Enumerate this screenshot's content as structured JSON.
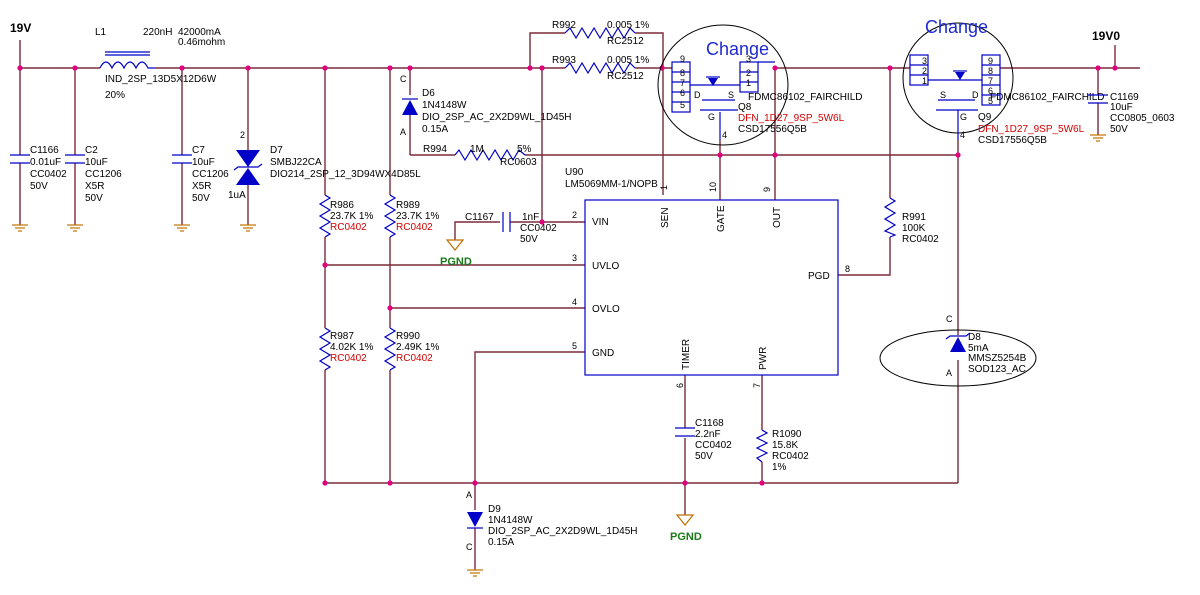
{
  "nets": {
    "vin": "19V",
    "vout": "19V0",
    "pgnd1": "PGND",
    "pgnd2": "PGND"
  },
  "change_labels": [
    "Change",
    "Change"
  ],
  "L1": {
    "ref": "L1",
    "value": "220nH",
    "current": "42000mA",
    "dcr": "0.46mohm",
    "package": "IND_2SP_13D5X12D6W",
    "tol": "20%"
  },
  "C1166": {
    "ref": "C1166",
    "value": "0.01uF",
    "package": "CC0402",
    "voltage": "50V"
  },
  "C2": {
    "ref": "C2",
    "value": "10uF",
    "package": "CC1206",
    "dielectric": "X5R",
    "voltage": "50V"
  },
  "C7": {
    "ref": "C7",
    "value": "10uF",
    "package": "CC1206",
    "dielectric": "X5R",
    "voltage": "50V"
  },
  "D7": {
    "ref": "D7",
    "part": "SMBJ22CA",
    "package": "DIO214_2SP_12_3D94WX4D85L",
    "leak": "1uA",
    "pin": "2"
  },
  "D6": {
    "ref": "D6",
    "part": "1N4148W",
    "package": "DIO_2SP_AC_2X2D9WL_1D45H",
    "current": "0.15A",
    "pinC": "C",
    "pinA": "A"
  },
  "R992": {
    "ref": "R992",
    "value": "0.005 1%",
    "package": "RC2512"
  },
  "R993": {
    "ref": "R993",
    "value": "0.005 1%",
    "package": "RC2512"
  },
  "R994": {
    "ref": "R994",
    "value": "1M",
    "tol": "5%",
    "package": "RC0603"
  },
  "Q8": {
    "ref": "Q8",
    "part": "FDMC86102_FAIRCHILD",
    "package": "DFN_1D27_9SP_5W6L",
    "alt": "CSD17556Q5B",
    "pins_left": [
      "9",
      "8",
      "7",
      "6",
      "5"
    ],
    "pins_right": [
      "3",
      "2",
      "1"
    ],
    "gate_pin": "4",
    "s": "S",
    "d": "D",
    "g": "G"
  },
  "Q9": {
    "ref": "Q9",
    "part": "FDMC86102_FAIRCHILD",
    "package": "DFN_1D27_9SP_5W6L",
    "alt": "CSD17556Q5B",
    "pins_left": [
      "3",
      "2",
      "1"
    ],
    "pins_right": [
      "9",
      "8",
      "7",
      "6",
      "5"
    ],
    "gate_pin": "4",
    "s": "S",
    "d": "D",
    "g": "G"
  },
  "C1169": {
    "ref": "C1169",
    "value": "10uF",
    "package": "CC0805_0603",
    "voltage": "50V"
  },
  "U90": {
    "ref": "U90",
    "part": "LM5069MM-1/NOPB",
    "pins": {
      "vin": "VIN",
      "uvlo": "UVLO",
      "ovlo": "OVLO",
      "gnd": "GND",
      "sen": "SEN",
      "gate": "GATE",
      "out": "OUT",
      "pgd": "PGD",
      "timer": "TIMER",
      "pwr": "PWR"
    },
    "nums": {
      "vin": "2",
      "uvlo": "3",
      "ovlo": "4",
      "gnd": "5",
      "sen": "1",
      "gate": "10",
      "out": "9",
      "pgd": "8",
      "timer": "6",
      "pwr": "7"
    }
  },
  "C1167": {
    "ref": "C1167",
    "value": "1nF",
    "package": "CC0402",
    "voltage": "50V"
  },
  "R986": {
    "ref": "R986",
    "value": "23.7K 1%",
    "package": "RC0402"
  },
  "R989": {
    "ref": "R989",
    "value": "23.7K 1%",
    "package": "RC0402"
  },
  "R987": {
    "ref": "R987",
    "value": "4.02K 1%",
    "package": "RC0402"
  },
  "R990": {
    "ref": "R990",
    "value": "2.49K 1%",
    "package": "RC0402"
  },
  "R991": {
    "ref": "R991",
    "value": "100K",
    "package": "RC0402"
  },
  "D8": {
    "ref": "D8",
    "current": "5mA",
    "part": "MMSZ5254B",
    "package": "SOD123_AC",
    "pinC": "C",
    "pinA": "A"
  },
  "C1168": {
    "ref": "C1168",
    "value": "2.2nF",
    "package": "CC0402",
    "voltage": "50V"
  },
  "R1090": {
    "ref": "R1090",
    "value": "15.8K",
    "package": "RC0402",
    "tol": "1%"
  },
  "D9": {
    "ref": "D9",
    "part": "1N4148W",
    "package": "DIO_2SP_AC_2X2D9WL_1D45H",
    "current": "0.15A",
    "pinA": "A",
    "pinC": "C"
  }
}
